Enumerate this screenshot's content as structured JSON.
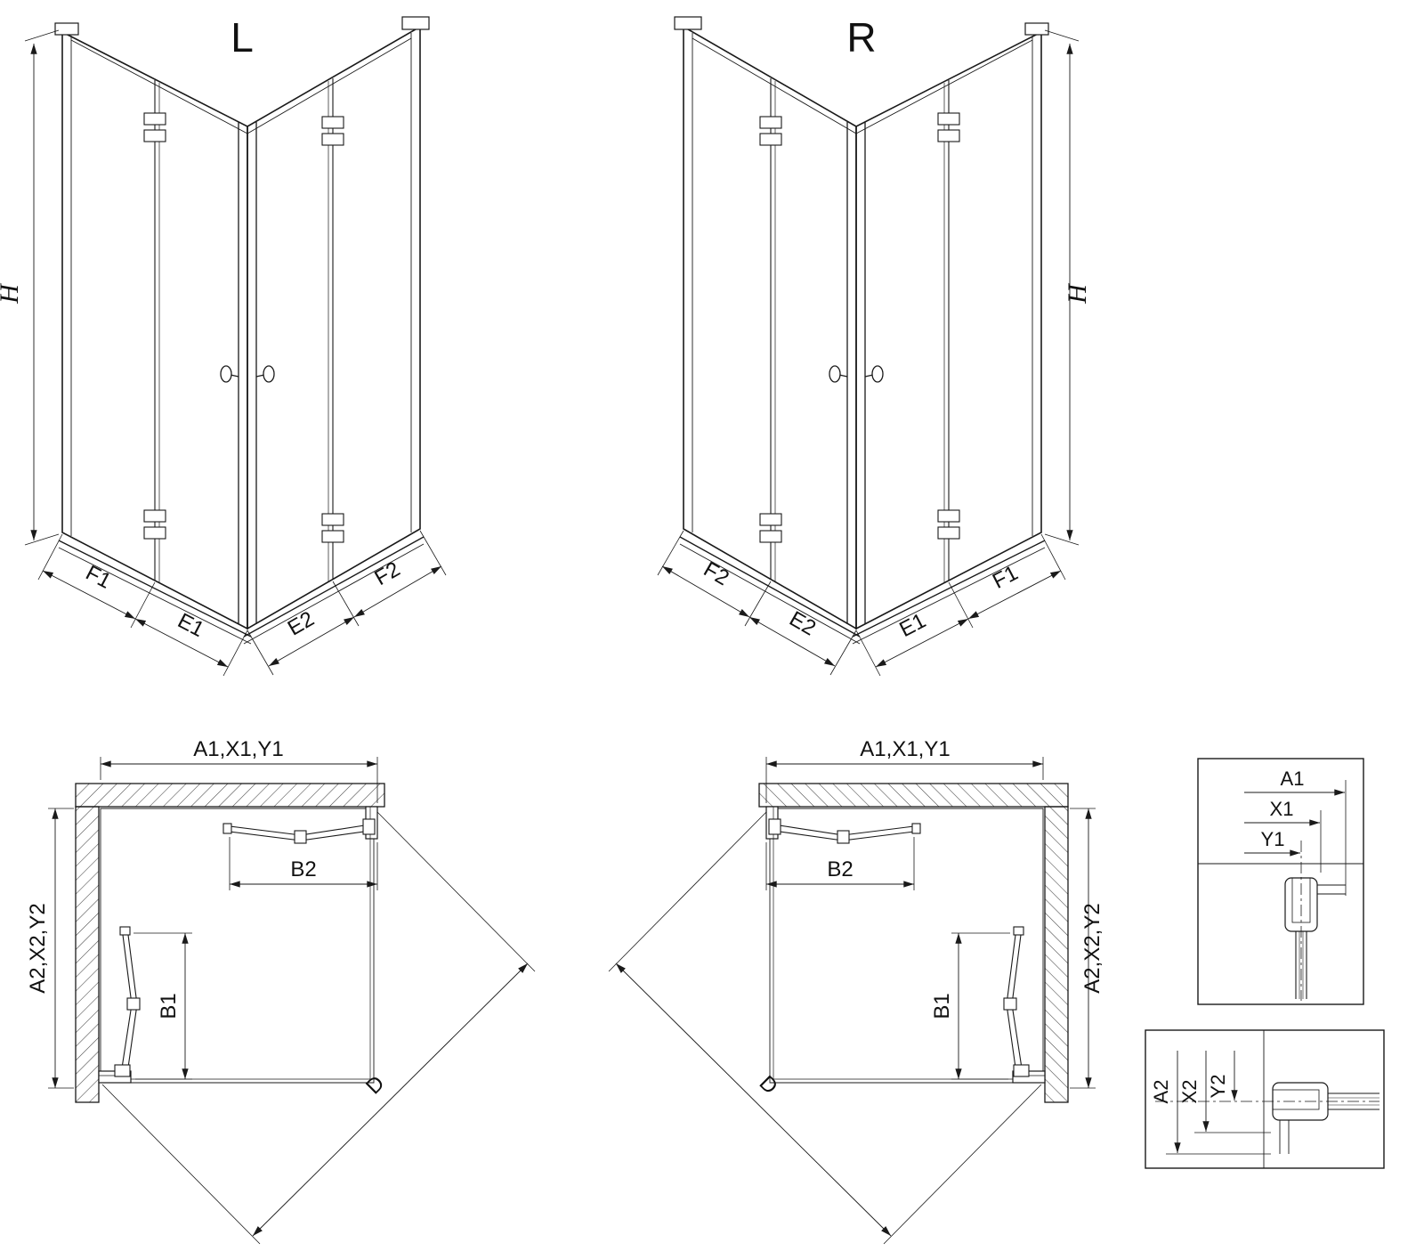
{
  "drawing": {
    "background": "#ffffff",
    "line_color": "#1a1a1a"
  },
  "perspective_left": {
    "variant_label": "L",
    "height_dim": "H",
    "front_left_dims": [
      "F1",
      "E1"
    ],
    "front_right_dims": [
      "E2",
      "F2"
    ]
  },
  "perspective_right": {
    "variant_label": "R",
    "height_dim": "H",
    "front_left_dims": [
      "F2",
      "E2"
    ],
    "front_right_dims": [
      "E1",
      "F1"
    ]
  },
  "plan_left": {
    "width_dim": "A1,X1,Y1",
    "depth_dim": "A2,X2,Y2",
    "door_width_dim": "B2",
    "door_depth_dim": "B1",
    "diagonal_dim": "D"
  },
  "plan_right": {
    "width_dim": "A1,X1,Y1",
    "depth_dim": "A2,X2,Y2",
    "door_width_dim": "B2",
    "door_depth_dim": "B1",
    "diagonal_dim": "D"
  },
  "detail_width_refs": {
    "dims": [
      "A1",
      "X1",
      "Y1"
    ]
  },
  "detail_depth_refs": {
    "dims": [
      "A2",
      "X2",
      "Y2"
    ]
  }
}
